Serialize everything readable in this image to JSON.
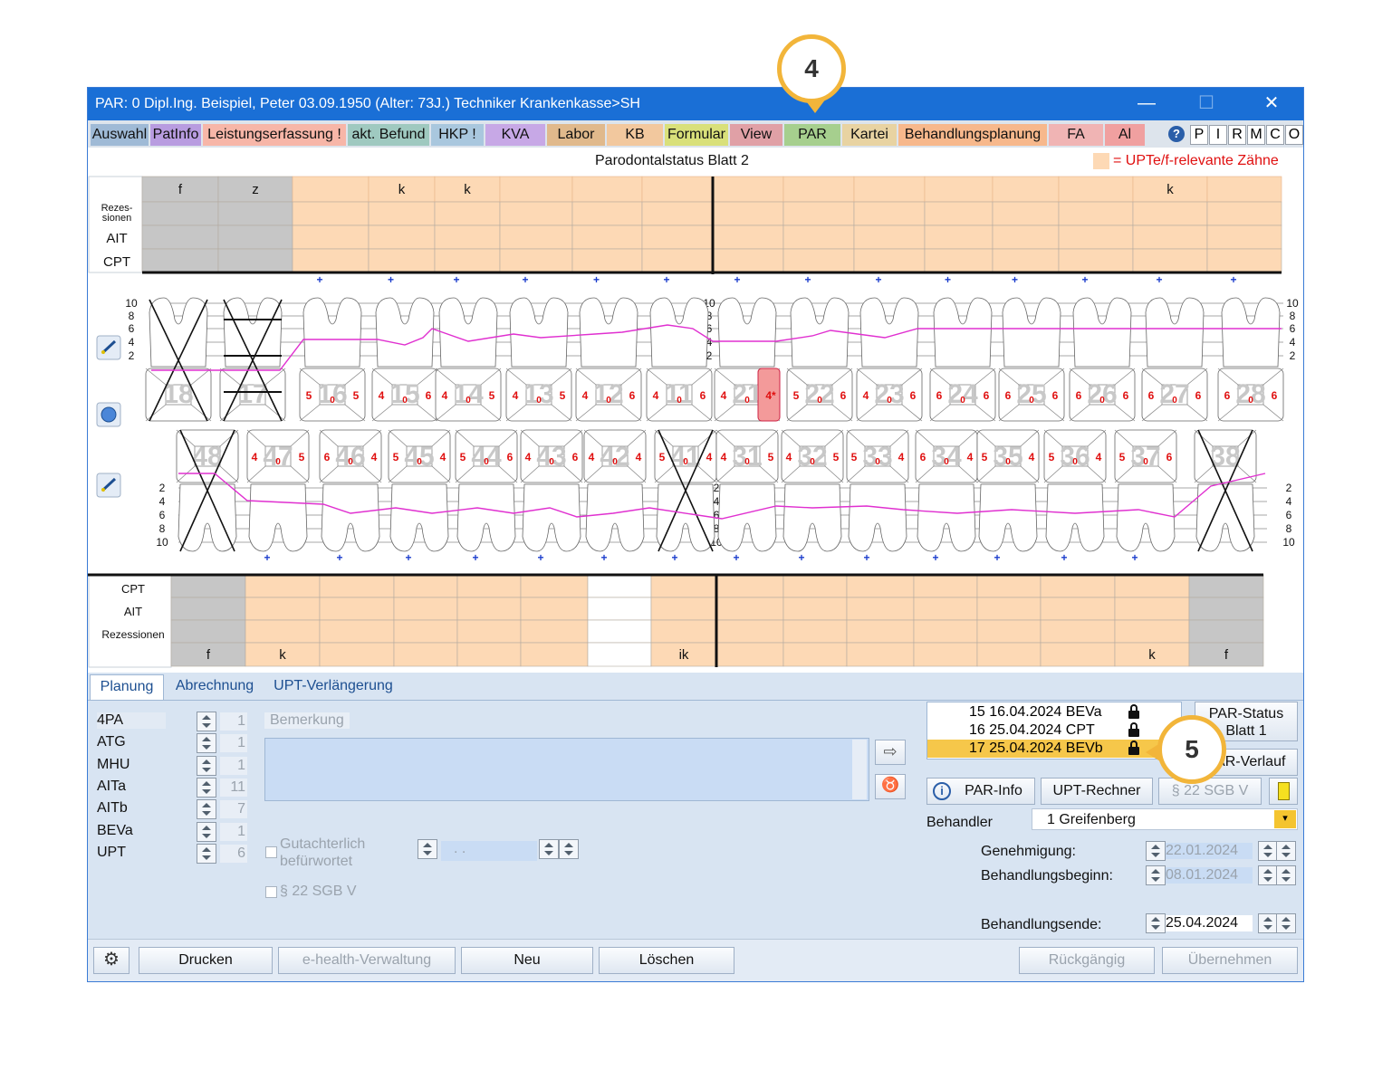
{
  "window": {
    "title": "PAR: 0  Dipl.Ing. Beispiel, Peter  03.09.1950 (Alter: 73J.)  Techniker Krankenkasse>SH",
    "minimize": "—",
    "maximize": "☐",
    "close": "✕"
  },
  "tabs": [
    "Auswahl",
    "PatInfo",
    "Leistungserfassung !",
    "akt. Befund",
    "HKP !",
    "KVA",
    "Labor",
    "KB",
    "Formular",
    "View",
    "PAR",
    "Kartei",
    "Behandlungsplanung",
    "FA",
    "Al"
  ],
  "tab_colors": [
    "#9fbad6",
    "#b89ce0",
    "#f7b6a8",
    "#9fc9c0",
    "#a9c7de",
    "#c7a8e6",
    "#e0b98c",
    "#f2c89e",
    "#d9e07a",
    "#e0a0a6",
    "#a6cf8e",
    "#e8d3a2",
    "#f7b88c",
    "#f0b4b4",
    "#f0a0a0"
  ],
  "tab_buttons": [
    "P",
    "I",
    "R",
    "M",
    "C",
    "O"
  ],
  "help_icon": "question-icon",
  "chart": {
    "title": "Parodontalstatus Blatt 2",
    "legend": "= UPTe/f-relevante Zähne",
    "upper_row_labels": [
      "Rezes-\nsionen",
      "AIT",
      "CPT"
    ],
    "upper_marks": [
      "f",
      "z",
      "",
      "k",
      "k",
      "",
      "",
      "",
      "",
      "",
      "",
      "",
      "",
      "",
      "k",
      ""
    ],
    "lower_row_labels": [
      "CPT",
      "AIT",
      "Rezessionen"
    ],
    "lower_marks": [
      "f",
      "k",
      "",
      "",
      "",
      "",
      "",
      "ik",
      "",
      "",
      "",
      "",
      "",
      "",
      "k",
      "f"
    ],
    "scale": [
      "10",
      "8",
      "6",
      "4",
      "2"
    ],
    "upper_teeth": [
      "18",
      "17",
      "16",
      "15",
      "14",
      "13",
      "12",
      "11",
      "21",
      "22",
      "23",
      "24",
      "25",
      "26",
      "27",
      "28"
    ],
    "lower_teeth": [
      "48",
      "47",
      "46",
      "45",
      "44",
      "43",
      "42",
      "41",
      "31",
      "32",
      "33",
      "34",
      "35",
      "36",
      "37",
      "38"
    ],
    "upper_values": [
      [
        "",
        ""
      ],
      [
        "",
        ""
      ],
      [
        "5",
        "5"
      ],
      [
        "4",
        "6"
      ],
      [
        "4",
        "5"
      ],
      [
        "4",
        "5"
      ],
      [
        "4",
        "6"
      ],
      [
        "4",
        "6"
      ],
      [
        "4",
        "4*"
      ],
      [
        "5",
        "6"
      ],
      [
        "4",
        "6"
      ],
      [
        "6",
        "6"
      ],
      [
        "6",
        "6"
      ],
      [
        "6",
        "6"
      ],
      [
        "6",
        "6"
      ],
      [
        "6",
        "6"
      ]
    ],
    "lower_values": [
      [
        "",
        ""
      ],
      [
        "4",
        "5"
      ],
      [
        "6",
        "4"
      ],
      [
        "5",
        "4"
      ],
      [
        "5",
        "6"
      ],
      [
        "4",
        "6"
      ],
      [
        "4",
        "4"
      ],
      [
        "5",
        "4"
      ],
      [
        "4",
        "5"
      ],
      [
        "4",
        "5"
      ],
      [
        "5",
        "4"
      ],
      [
        "6",
        "4"
      ],
      [
        "5",
        "4"
      ],
      [
        "5",
        "4"
      ],
      [
        "5",
        "6"
      ],
      [
        "",
        ""
      ]
    ],
    "center_value": "0",
    "tool_icons": [
      "pencil-icon",
      "globe-icon",
      "pencil-icon"
    ]
  },
  "bottom": {
    "tabs": [
      "Planung",
      "Abrechnung",
      "UPT-Verlängerung"
    ],
    "items": [
      {
        "label": "4PA",
        "value": "1"
      },
      {
        "label": "ATG",
        "value": "1"
      },
      {
        "label": "MHU",
        "value": "1"
      },
      {
        "label": "AITa",
        "value": "11"
      },
      {
        "label": "AITb",
        "value": "7"
      },
      {
        "label": "BEVa",
        "value": "1"
      },
      {
        "label": "UPT",
        "value": "6"
      }
    ],
    "bemerkung_label": "Bemerkung",
    "gutachterlich": "Gutachterlich\nbefürwortet",
    "date_placeholder": ".   .",
    "sgb_check": "§ 22 SGB V",
    "sessions": [
      {
        "text": "15  16.04.2024  BEVa"
      },
      {
        "text": "16  25.04.2024  CPT"
      },
      {
        "text": "17  25.04.2024  BEVb"
      }
    ],
    "par_status": "PAR-Status\nBlatt 1",
    "par_verlauf": "PAR-Verlauf",
    "par_info": "PAR-Info",
    "upt_rechner": "UPT-Rechner",
    "sgb_button": "§ 22 SGB V",
    "behandler_label": "Behandler",
    "behandler_value": "1 Greifenberg",
    "genehmigung_label": "Genehmigung:",
    "genehmigung_value": "22.01.2024",
    "beginn_label": "Behandlungsbeginn:",
    "beginn_value": "08.01.2024",
    "ende_label": "Behandlungsende:",
    "ende_value": "25.04.2024"
  },
  "footer": {
    "drucken": "Drucken",
    "ehealth": "e-health-Verwaltung",
    "neu": "Neu",
    "loeschen": "Löschen",
    "rueckgaengig": "Rückgängig",
    "uebernehmen": "Übernehmen"
  },
  "callouts": [
    "4",
    "5"
  ]
}
